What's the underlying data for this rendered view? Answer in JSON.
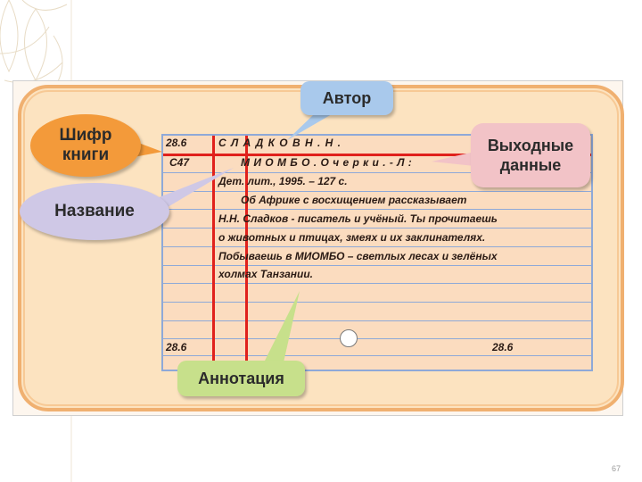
{
  "callouts": {
    "cipher": "Шифр\nкниги",
    "author": "Автор",
    "title": "Название",
    "imprint": "Выходные\nданные",
    "annotation": "Аннотация"
  },
  "card": {
    "code_top": "28.6",
    "author_mark": "С47",
    "author_line": "С Л А Д К О В  Н . Н .",
    "title_line": "М И О М Б О .  О ч е р к и .   -   Л :",
    "imprint_line": "Дет. лит., 1995. – 127 с.",
    "annotation_lines": [
      "Об Африке с восхищением рассказывает",
      "Н.Н. Сладков - писатель и учёный. Ты прочитаешь",
      "о животных и птицах, змеях и их заклинателях.",
      "Побываешь в МИОМБО – светлых лесах и зелёных",
      "холмах Танзании."
    ],
    "code_bottom_left": "28.6",
    "code_bottom_right": "28.6"
  },
  "colors": {
    "red_line": "#e0211c",
    "card_fill": "#fbdcbf",
    "ruling": "#8ea9d8",
    "orange_bubble": "#f39a3a",
    "blue_bubble": "#a9c9ec",
    "pink_bubble": "#f2c3c7",
    "lilac_bubble": "#cfc8e6",
    "green_bubble": "#c7e08b"
  },
  "page_number": "67"
}
